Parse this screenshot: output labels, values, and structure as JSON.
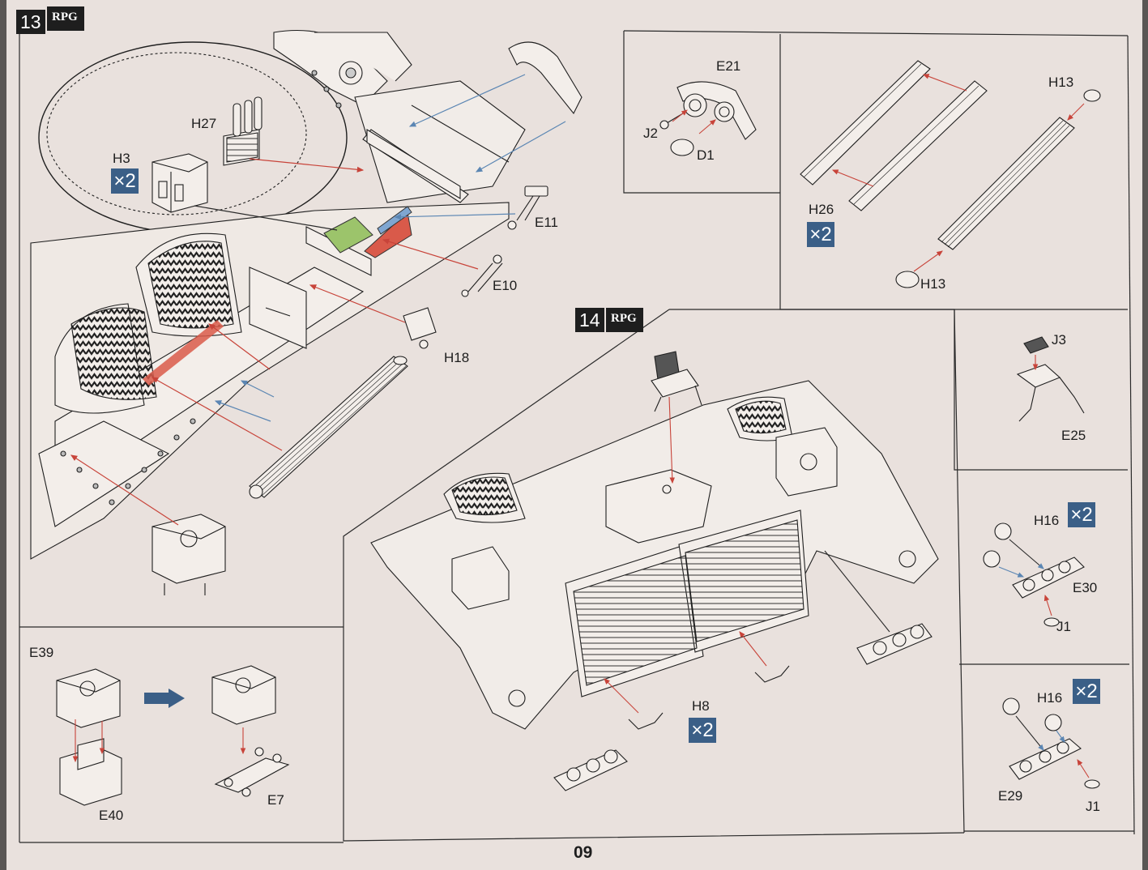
{
  "page_number": "09",
  "brand": "RPG",
  "steps": [
    {
      "number": "13",
      "labels": [
        "H27",
        "H3",
        "E11",
        "E10",
        "H18"
      ],
      "multiplier": "×2"
    },
    {
      "number": "14",
      "labels": [
        "H8"
      ],
      "multiplier": "×2"
    }
  ],
  "insets": {
    "e21": {
      "labels": [
        "E21",
        "J2",
        "D1"
      ]
    },
    "h26": {
      "labels": [
        "H13",
        "H26",
        "H13"
      ],
      "multiplier": "×2"
    },
    "e39": {
      "labels": [
        "E39",
        "E40",
        "E7"
      ]
    },
    "j3": {
      "labels": [
        "J3",
        "E25"
      ]
    },
    "h16_a": {
      "labels": [
        "H16",
        "E30",
        "J1"
      ],
      "multiplier": "×2"
    },
    "h16_b": {
      "labels": [
        "H16",
        "E29",
        "J1"
      ],
      "multiplier": "×2"
    }
  },
  "colors": {
    "paper": "#e9e1dd",
    "arrow_red": "#c8443a",
    "arrow_blue": "#5b86b3",
    "badge_blue": "#3b5f87",
    "highlight_green": "#9cc46b",
    "highlight_red": "#d95a4a",
    "highlight_blue": "#7fa6d1"
  }
}
